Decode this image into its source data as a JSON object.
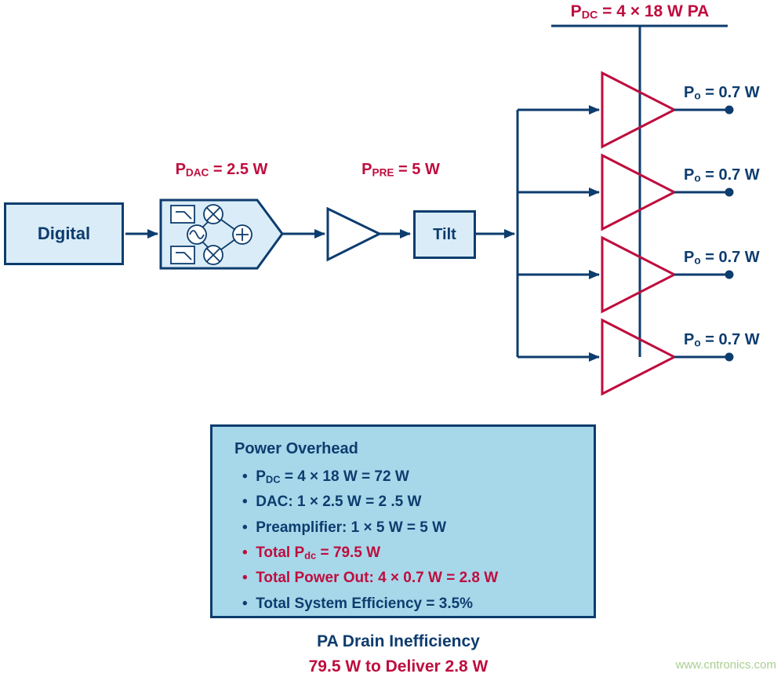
{
  "colors": {
    "navy": "#0d3c6e",
    "crimson": "#bf0d3e",
    "block_fill": "#d9ecf7",
    "panel_fill": "#a6d8ea",
    "watermark_green": "#a8cf8e"
  },
  "diagram": {
    "pdc_label": {
      "pre": "P",
      "sub": "DC",
      "post": " = 4 × 18 W PA"
    },
    "digital_block": {
      "label": "Digital"
    },
    "dac_label": {
      "pre": "P",
      "sub": "DAC",
      "post": " = 2.5 W"
    },
    "pre_label": {
      "pre": "P",
      "sub": "PRE",
      "post": " = 5 W"
    },
    "tilt_block": {
      "label": "Tilt"
    },
    "outputs": [
      {
        "pre": "P",
        "sub": "o",
        "post": " = 0.7 W"
      },
      {
        "pre": "P",
        "sub": "o",
        "post": " = 0.7 W"
      },
      {
        "pre": "P",
        "sub": "o",
        "post": " = 0.7 W"
      },
      {
        "pre": "P",
        "sub": "o",
        "post": " = 0.7 W"
      }
    ]
  },
  "overhead_panel": {
    "title": "Power Overhead",
    "bullets": [
      {
        "pre": "P",
        "sub": "DC",
        "post": " = 4 × 18 W = 72 W",
        "emphasis": "normal"
      },
      {
        "pre": "DAC: 1 × 2.5 W = 2 .5 W",
        "sub": "",
        "post": "",
        "emphasis": "normal"
      },
      {
        "pre": "Preamplifier: 1 × 5 W = 5 W",
        "sub": "",
        "post": "",
        "emphasis": "normal"
      },
      {
        "pre": "Total P",
        "sub": "dc",
        "post": " = 79.5 W",
        "emphasis": "red"
      },
      {
        "pre": "Total Power Out: 4 × 0.7 W = 2.8 W",
        "sub": "",
        "post": "",
        "emphasis": "red"
      },
      {
        "pre": "Total System Efficiency = 3.5%",
        "sub": "",
        "post": "",
        "emphasis": "normal"
      }
    ]
  },
  "footer": {
    "line1": "PA Drain Inefficiency",
    "line2": "79.5 W to Deliver 2.8 W"
  },
  "watermark": "www.cntronics.com"
}
